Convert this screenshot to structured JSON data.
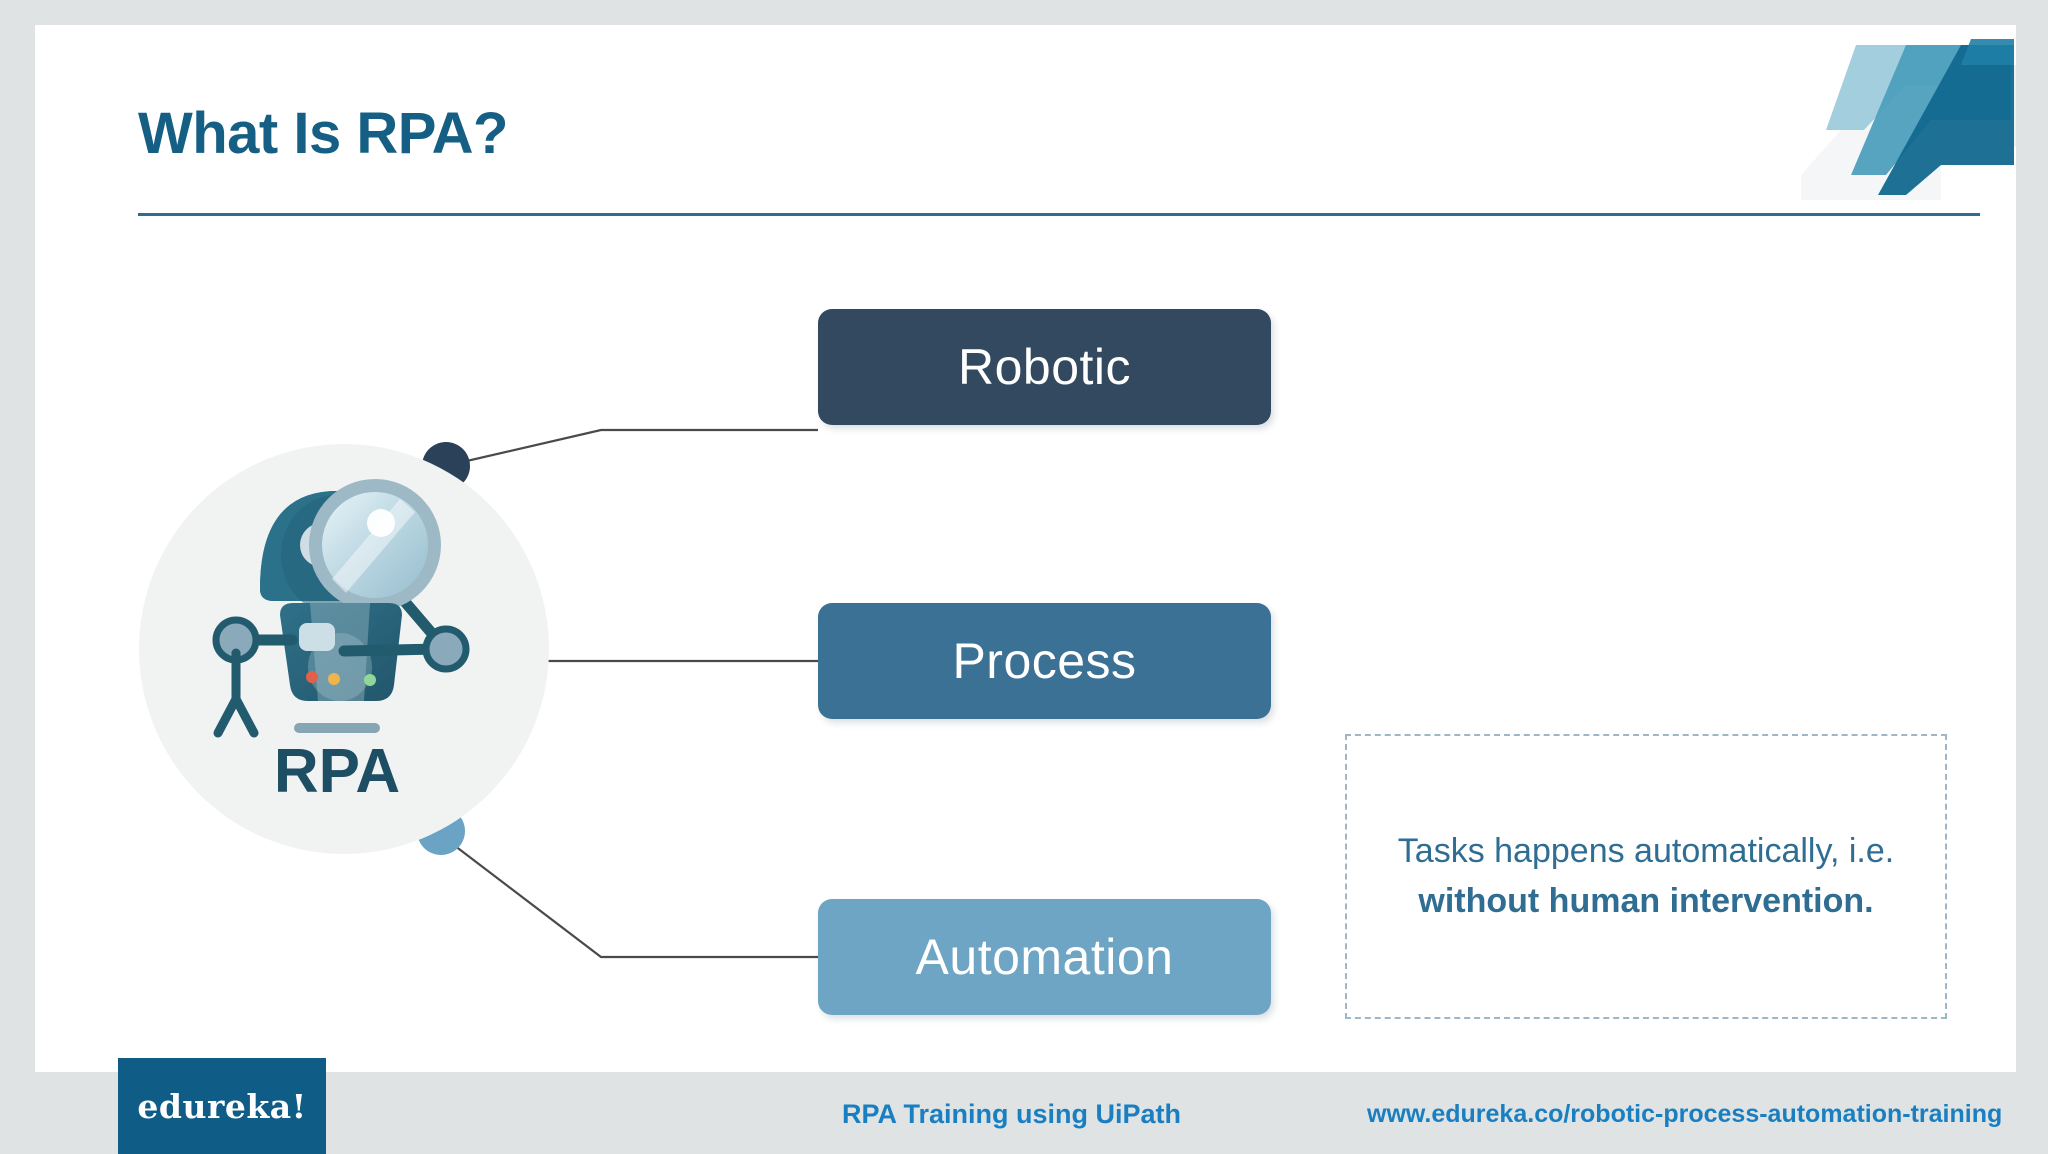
{
  "slide": {
    "title": "What Is RPA?",
    "illustration": {
      "label": "RPA",
      "alt": "robot-with-magnifier"
    },
    "concepts": [
      {
        "key": "robotic",
        "label": "Robotic",
        "color": "#33495f"
      },
      {
        "key": "process",
        "label": "Process",
        "color": "#3b7195"
      },
      {
        "key": "automation",
        "label": "Automation",
        "color": "#6ea5c5"
      }
    ],
    "note": {
      "line1": "Tasks happens automatically, i.e.",
      "line2": "without human intervention."
    }
  },
  "footer": {
    "logo": "edureka!",
    "center": "RPA Training using UiPath",
    "url": "www.edureka.co/robotic-process-automation-training"
  },
  "theme": {
    "page_background": "#dfe3e3",
    "slide_background": "#ffffff",
    "title_color": "#165f84",
    "rule_color": "#2e6d92",
    "note_text_color": "#2f6d93",
    "note_border_color": "#9fb6c6",
    "footer_link_color": "#1a7fc1",
    "logo_background": "#0f5c87",
    "connector_color": "#4a4a4a",
    "deco_dark": "#12698f",
    "deco_mid": "#3f96b5",
    "deco_light": "#8cc3d6",
    "deco_ghost": "#e8ecee"
  }
}
